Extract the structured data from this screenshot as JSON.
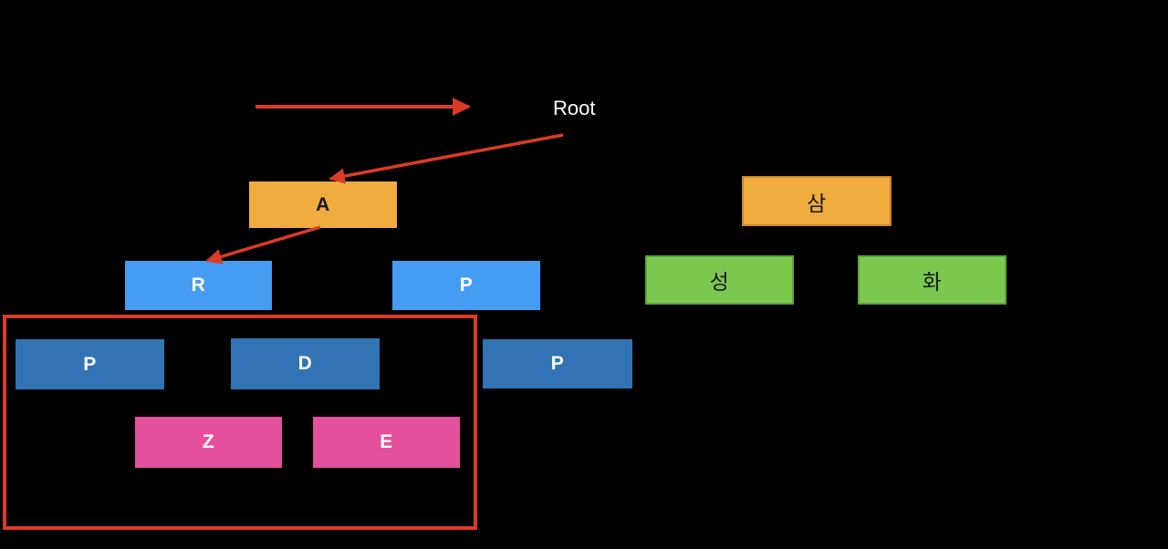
{
  "annotation": {
    "root_label": "Root"
  },
  "colors": {
    "background": "#000000",
    "orange": "#F0AC3E",
    "orange-border": "#C8882B",
    "light-blue": "#469CF3",
    "dark-blue": "#3173B4",
    "pink": "#E5509C",
    "green": "#7CC84F",
    "green-border": "#5CA23A",
    "red": "#DB3B26",
    "text-dark": "#161616",
    "text-light": "#FFFFFF"
  },
  "nodes": {
    "a": {
      "label": "A"
    },
    "r": {
      "label": "R"
    },
    "p1": {
      "label": "P"
    },
    "p2": {
      "label": "P"
    },
    "d": {
      "label": "D"
    },
    "p3": {
      "label": "P"
    },
    "z": {
      "label": "Z"
    },
    "e": {
      "label": "E"
    },
    "sam": {
      "label": "삼"
    },
    "seong": {
      "label": "성"
    },
    "hwa": {
      "label": "화"
    }
  }
}
